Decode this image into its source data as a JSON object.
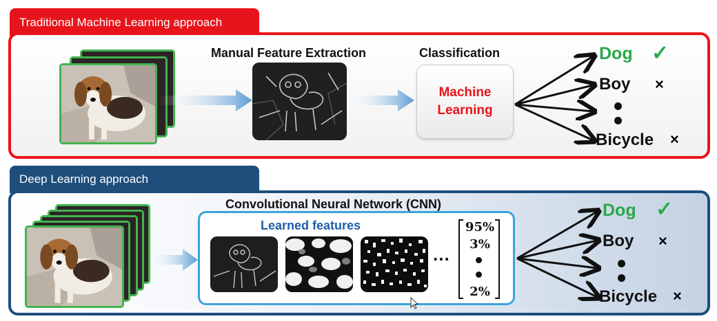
{
  "traditional": {
    "tab_label": "Traditional Machine Learning approach",
    "feature_heading": "Manual Feature Extraction",
    "classification_heading": "Classification",
    "ml_box_line1": "Machine",
    "ml_box_line2": "Learning",
    "outputs": {
      "dog": "Dog",
      "boy": "Boy",
      "bicycle": "Bicycle",
      "check": "✓",
      "cross": "×"
    }
  },
  "deep": {
    "tab_label": "Deep Learning approach",
    "cnn_heading": "Convolutional Neural Network (CNN)",
    "learned_features": "Learned features",
    "ellipsis": "...",
    "vector_top": "95%",
    "vector_second": "3%",
    "vector_bottom": "2%",
    "outputs": {
      "dog": "Dog",
      "boy": "Boy",
      "bicycle": "Bicycle",
      "check": "✓",
      "cross": "×"
    }
  },
  "colors": {
    "traditional_accent": "#e8141b",
    "deep_accent": "#1d4e7c",
    "cnn_border": "#3aa4d9",
    "learned_text": "#1d5fa8",
    "dog_green": "#2aa84a",
    "photo_border": "#43b34f",
    "arrow_blue": "#5b9bd5"
  }
}
